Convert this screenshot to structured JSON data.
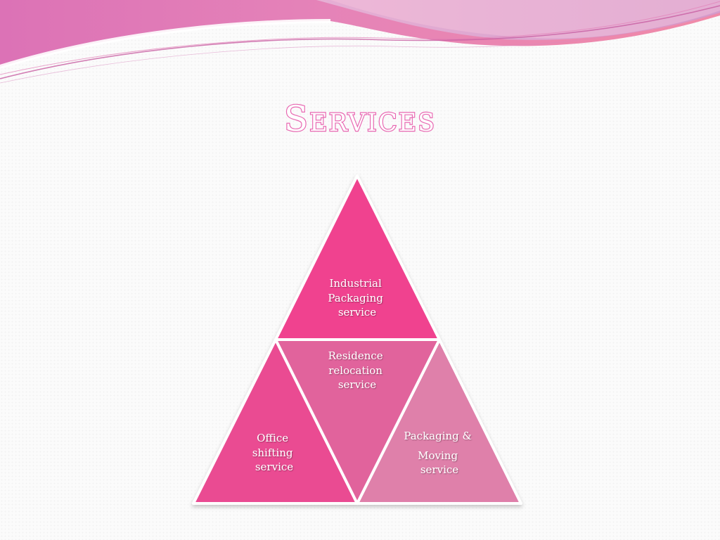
{
  "slide": {
    "title": "Services",
    "colors": {
      "top_triangle": "#f0438f",
      "left_triangle": "#ea4c92",
      "center_triangle": "#e1649c",
      "right_triangle": "#df80aa",
      "title_outline": "#e868b2",
      "banner_pink": "#e57ab3",
      "banner_lavender": "#d9a3cf"
    }
  },
  "pyramid": {
    "top": {
      "lines": [
        "Industrial",
        "Packaging",
        "service"
      ]
    },
    "center": {
      "lines": [
        "Residence",
        "relocation",
        "service"
      ]
    },
    "left": {
      "lines": [
        "Office",
        "shifting",
        "service"
      ]
    },
    "right": {
      "lines": [
        "Packaging &",
        "Moving",
        "service"
      ]
    }
  }
}
